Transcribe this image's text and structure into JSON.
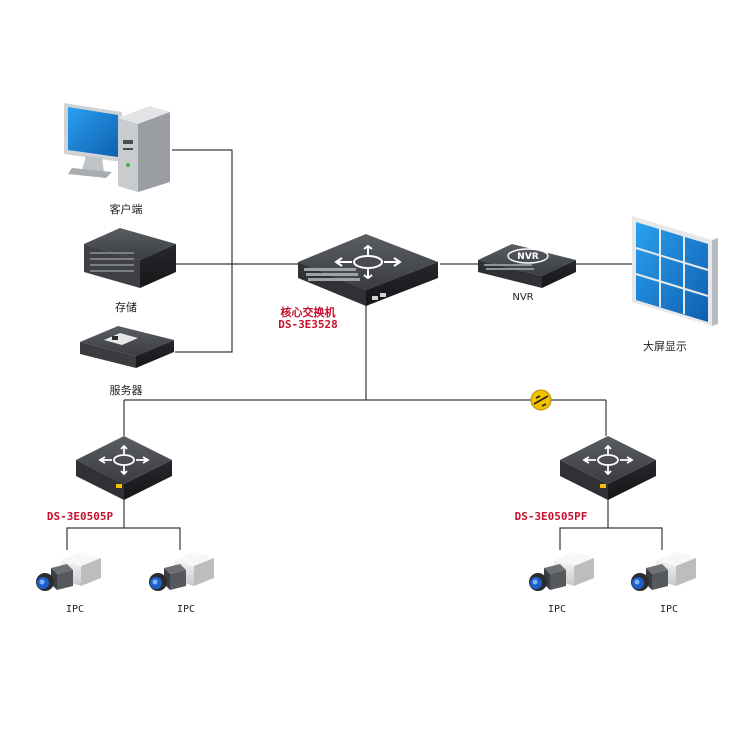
{
  "nodes": {
    "client": {
      "label": "客户端"
    },
    "storage": {
      "label": "存储"
    },
    "server": {
      "label": "服务器"
    },
    "core_switch": {
      "label": "核心交换机",
      "model": "DS-3E3528"
    },
    "nvr": {
      "label": "NVR",
      "badge": "NVR"
    },
    "big_screen": {
      "label": "大屏显示"
    },
    "access_switch_left": {
      "model": "DS-3E0505P"
    },
    "access_switch_right": {
      "model": "DS-3E0505PF"
    },
    "cameras": [
      {
        "label": "IPC"
      },
      {
        "label": "IPC"
      },
      {
        "label": "IPC"
      },
      {
        "label": "IPC"
      }
    ]
  },
  "colors": {
    "line": "#3a3a3a",
    "model_text": "#c8102e",
    "device_dark": "#2b2d30",
    "screen_blue": "#1c7fd6",
    "fiber_badge": "#f2c200"
  }
}
